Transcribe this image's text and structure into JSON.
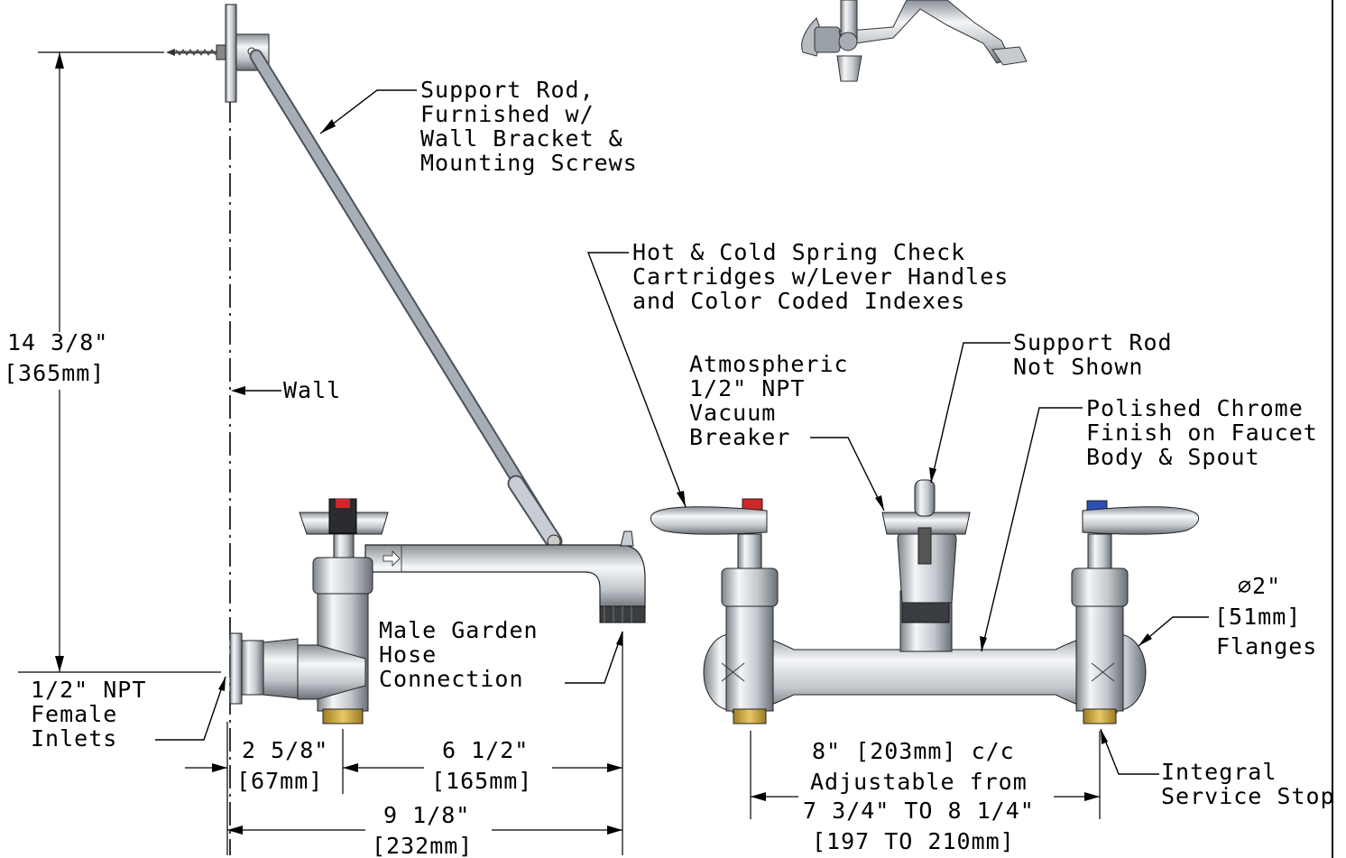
{
  "labels": {
    "support_rod_furnished": [
      "Support Rod,",
      "Furnished w/",
      "Wall Bracket &",
      "Mounting Screws"
    ],
    "spring_check": [
      "Hot & Cold Spring Check",
      "Cartridges w/Lever Handles",
      "and Color Coded Indexes"
    ],
    "support_rod_not_shown": [
      "Support Rod",
      "Not Shown"
    ],
    "vacuum_breaker": [
      "Atmospheric",
      "1/2\" NPT",
      "Vacuum",
      "Breaker"
    ],
    "chrome_finish": [
      "Polished Chrome",
      "Finish on Faucet",
      "Body & Spout"
    ],
    "wall": "Wall",
    "hose_connection": [
      "Male Garden",
      "Hose",
      "Connection"
    ],
    "npt_inlets": [
      "1/2\" NPT",
      "Female",
      "Inlets"
    ],
    "flanges": [
      "∅2\"",
      "[51mm]",
      "Flanges"
    ],
    "service_stop": [
      "Integral",
      "Service Stop"
    ]
  },
  "dimensions": {
    "height": [
      "14 3/8\"",
      "[365mm]"
    ],
    "wall_to_inlet": [
      "2 5/8\"",
      "[67mm]"
    ],
    "inlet_to_outlet": [
      "6 1/2\"",
      "[165mm]"
    ],
    "overall_depth": [
      "9 1/8\"",
      "[232mm]"
    ],
    "center_to_center": [
      "8\" [203mm] c/c",
      "Adjustable from",
      "7 3/4\" TO 8 1/4\"",
      "[197 TO 210mm]"
    ]
  },
  "colors": {
    "chrome_light": "#f2f4f6",
    "chrome_mid": "#b9bec4",
    "chrome_dark": "#6d737a",
    "rod": "#9aa1ab",
    "brass": "#c9a43a",
    "hot_index": "#d0262b",
    "cold_index": "#2c4fb8"
  }
}
